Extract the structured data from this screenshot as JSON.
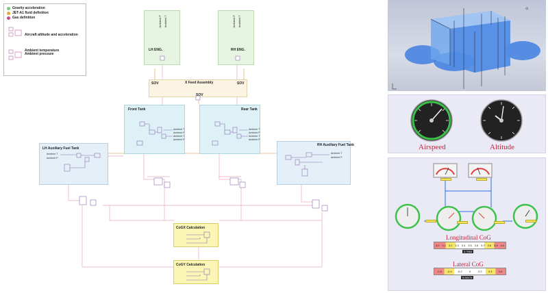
{
  "legend": {
    "items": [
      {
        "label": "Gravity acceleration",
        "color": "#7ec97a"
      },
      {
        "label": "JET-A1 fluid definition",
        "color": "#e4a93c"
      },
      {
        "label": "Gas definition",
        "color": "#c94b8f"
      }
    ],
    "altitude_label": "Aircraft altitude and acceleration",
    "ambient_temp_label": "Ambient temperature",
    "ambient_press_label": "Ambient pressure"
  },
  "engines": {
    "lh": {
      "label": "LH ENG.",
      "port_a": "Ambient P",
      "port_b": "Ambient T"
    },
    "rh": {
      "label": "RH ENG.",
      "port_a": "Ambient P",
      "port_b": "Ambient T"
    }
  },
  "xfeed": {
    "title": "X Feed Assembly",
    "sov_left": "SOV",
    "sov_right": "SOV",
    "sov_bottom": "SOV"
  },
  "tanks": {
    "front": {
      "title": "Front Tank",
      "ports": [
        "Ambient T",
        "Ambient P",
        "Ambient T",
        "Ambient P"
      ]
    },
    "rear": {
      "title": "Rear Tank",
      "ports": [
        "Ambient T",
        "Ambient P",
        "Ambient T",
        "Ambient P"
      ]
    },
    "lh_aux": {
      "title": "LH Auxiliary Fuel Tank",
      "ports": [
        "Ambient T",
        "Ambient P"
      ]
    },
    "rh_aux": {
      "title": "RH Auxiliary Fuel Tank",
      "ports": [
        "Ambient T",
        "Ambient P"
      ]
    }
  },
  "cog": {
    "x_title": "CoGX Calculation",
    "y_title": "CoGY Calculation"
  },
  "gauges": {
    "airspeed_label": "Airspeed",
    "altitude_label": "Altitude"
  },
  "cog_panel": {
    "longitudinal_title": "Longitudinal CoG",
    "lateral_title": "Lateral CoG",
    "longitudinal_scale": [
      "3.0",
      "3.1",
      "3.2",
      "3.3",
      "3.4",
      "3.5",
      "3.6",
      "3.7",
      "3.8",
      "3.9",
      "4.0"
    ],
    "lateral_scale": [
      "-0.6",
      "-0.4",
      "-0.2",
      "0",
      "0.2",
      "0.4",
      "0.6"
    ],
    "longitudinal_readout": "3.7963",
    "lateral_readout": "0.00174"
  },
  "colors": {
    "engine_fill": "#e6f4e1",
    "tank_fill": "#def1f6",
    "cog_fill": "#fbf6b6",
    "pipe_pink": "#e9a6b8",
    "pipe_orange": "#e8b36a",
    "caption_red": "#c0263a"
  }
}
